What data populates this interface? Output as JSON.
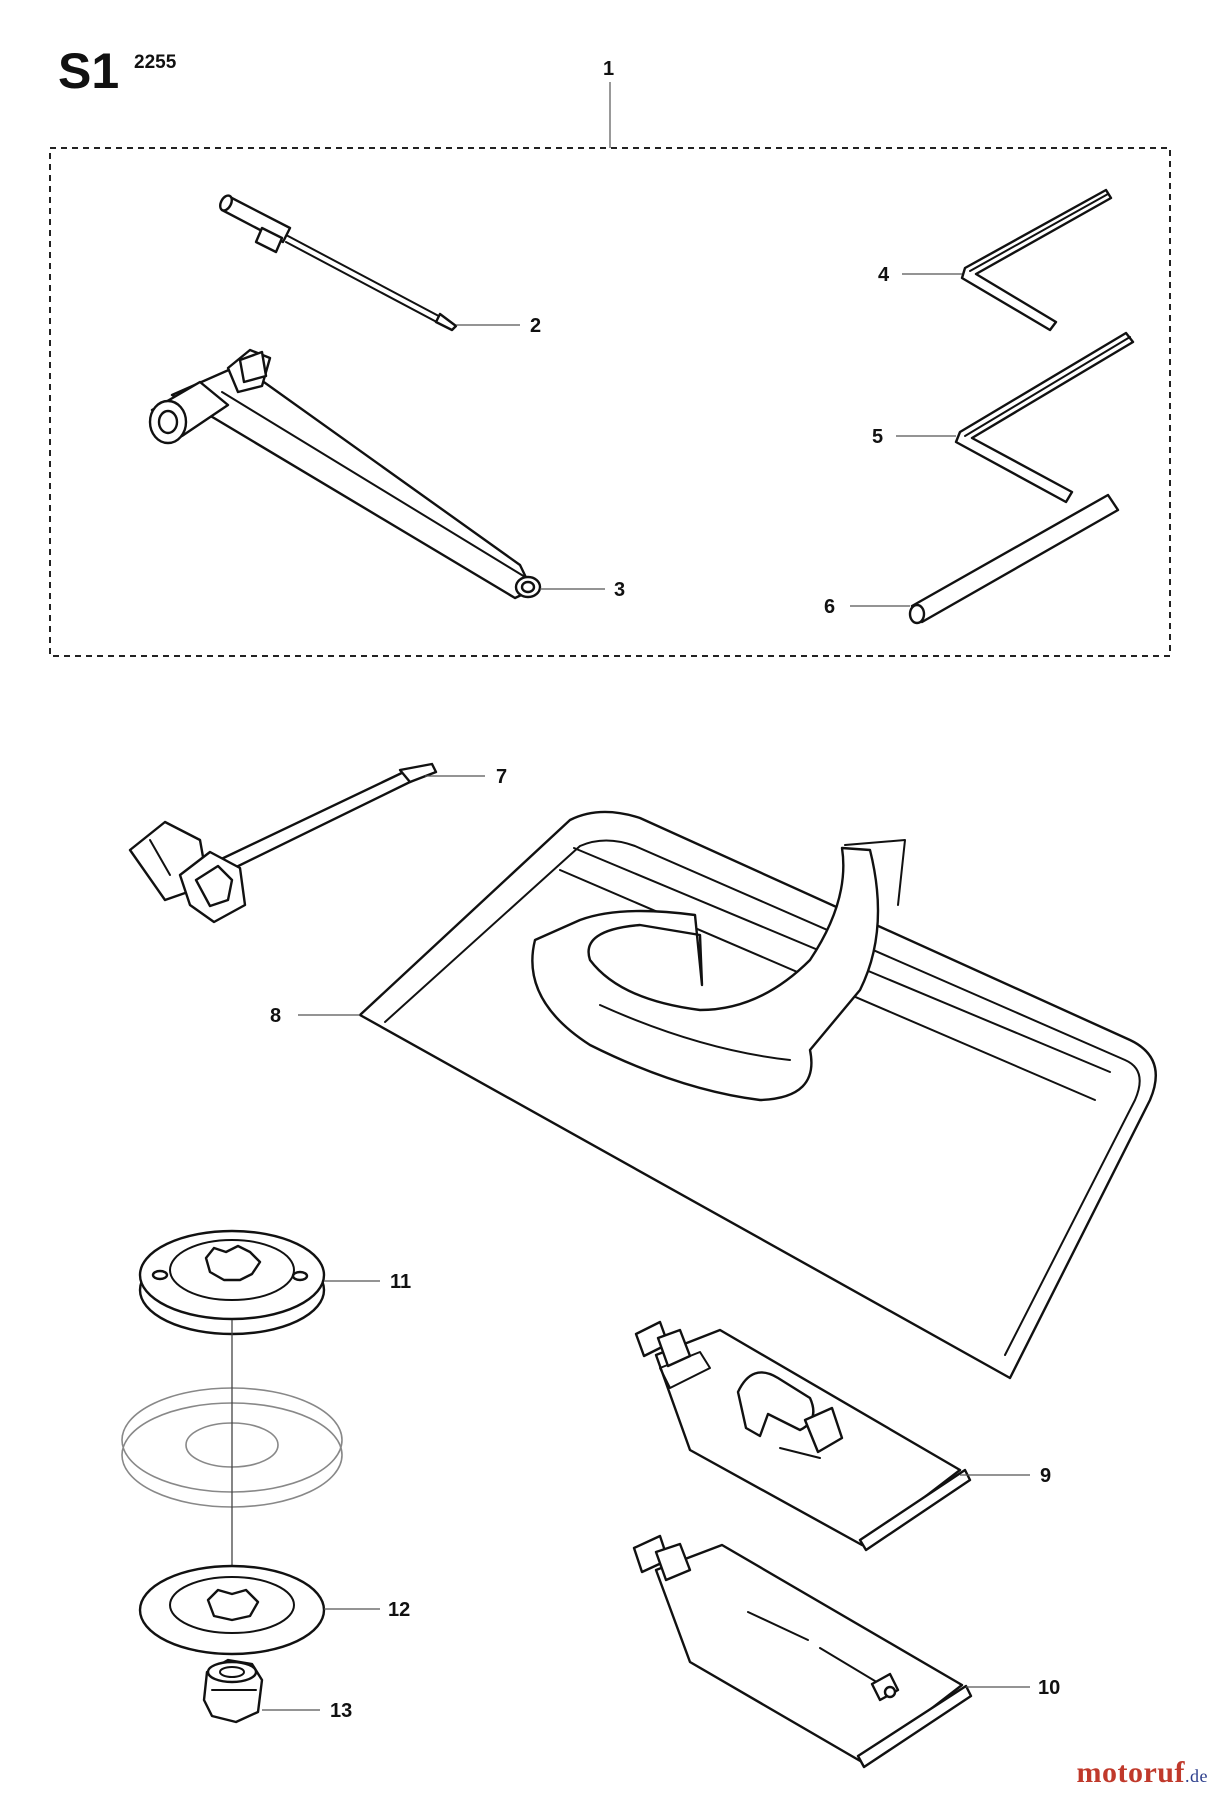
{
  "header": {
    "title": "S1",
    "model": "2255"
  },
  "kit_label": "1",
  "parts": [
    {
      "no": "2",
      "name": "screwdriver"
    },
    {
      "no": "3",
      "name": "t-socket-wrench"
    },
    {
      "no": "4",
      "name": "hex-key-small"
    },
    {
      "no": "5",
      "name": "hex-key-large"
    },
    {
      "no": "6",
      "name": "pin-rod"
    },
    {
      "no": "7",
      "name": "combination-spanner"
    },
    {
      "no": "8",
      "name": "tool-bag"
    },
    {
      "no": "9",
      "name": "grease-tube"
    },
    {
      "no": "10",
      "name": "grease-tube-large"
    },
    {
      "no": "11",
      "name": "support-flange"
    },
    {
      "no": "12",
      "name": "thrust-washer"
    },
    {
      "no": "13",
      "name": "nut"
    }
  ],
  "watermark": {
    "brand": "motoruf",
    "tld": ".de"
  },
  "colors": {
    "line": "#111111",
    "watermark_m": "#c0392b",
    "watermark_o": "#e67e22",
    "watermark_t": "#27ae60",
    "watermark_rest": "#2c3e8c"
  }
}
